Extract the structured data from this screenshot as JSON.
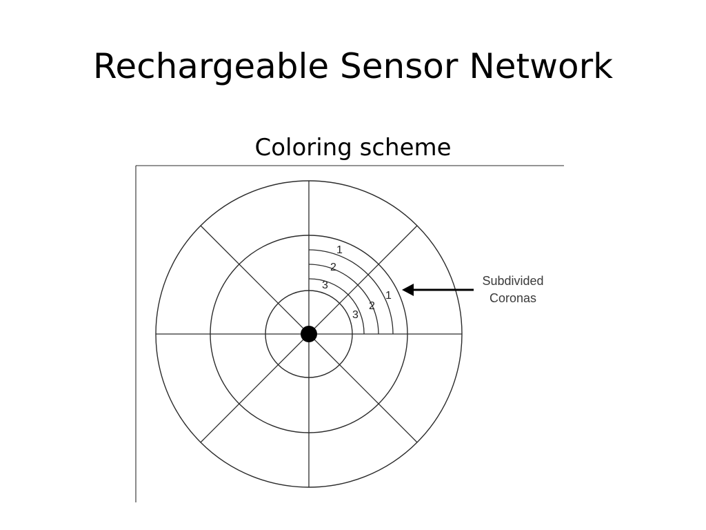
{
  "slide": {
    "title": "Rechargeable Sensor Network",
    "subtitle": "Coloring scheme"
  },
  "diagram": {
    "rings": 3,
    "sectors": 8,
    "arc_labels_upper": [
      "1",
      "2",
      "3"
    ],
    "arc_labels_lower": [
      "1",
      "2",
      "3"
    ],
    "callout": {
      "line1": "Subdivided",
      "line2": "Coronas"
    },
    "colors": {
      "stroke": "#2a2a2a",
      "sink": "#000000",
      "text": "#3a3a3a"
    }
  }
}
